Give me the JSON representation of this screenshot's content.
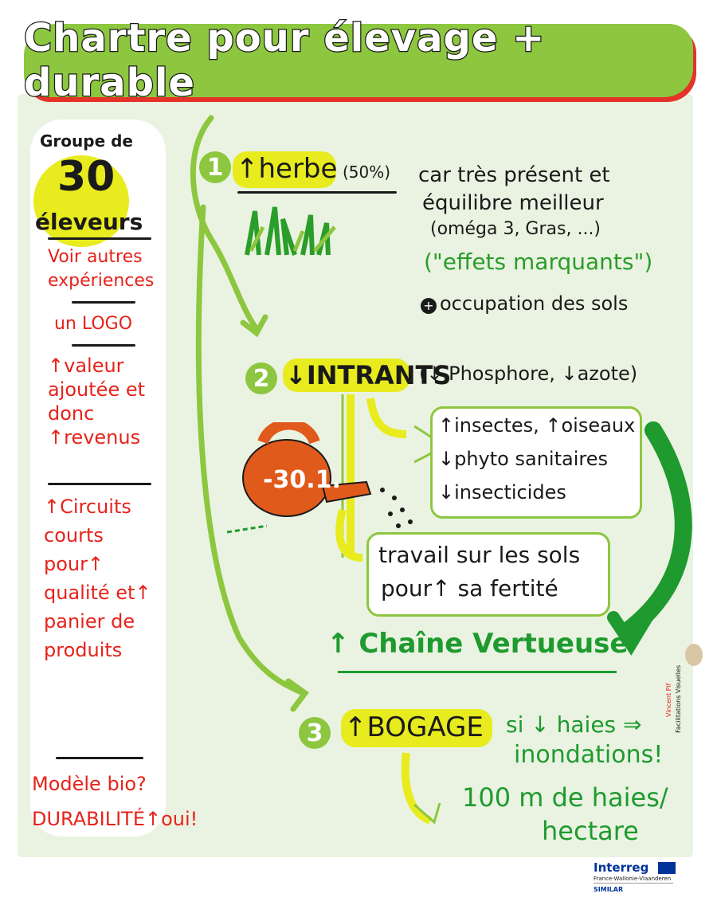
{
  "title": {
    "text": "Chartre pour élevage + durable"
  },
  "left": {
    "group_line1": "Groupe de",
    "group_number": "30",
    "group_line3": "éleveurs",
    "items": [
      "Voir autres expériences",
      "un LOGO",
      "↑valeur ajoutée et donc ↑revenus",
      "↑Circuits courts pour↑ qualité et↑ panier de produits",
      "Modèle bio? DURABILITÉ↑oui!"
    ]
  },
  "section1": {
    "number": "1",
    "label": "↑herbe",
    "percent": "(50%)",
    "desc_line1": "car très présent et",
    "desc_line2": "équilibre meilleur",
    "desc_line3": "(oméga 3, Gras, ...)",
    "effects": "(\"effets marquants\")",
    "occupation": "occupation des sols"
  },
  "section2": {
    "number": "2",
    "label": "↓INTRANTS",
    "detail": "(↓ Phosphore, ↓azote)",
    "can_label": "-30.1.",
    "box1_line1": "↑insectes, ↑oiseaux",
    "box1_line2": "↓phyto sanitaires",
    "box1_line3": "↓insecticides",
    "box2_line1": "travail sur les sols",
    "box2_line2": "pour↑ sa fertité",
    "chain": "↑ Chaîne Vertueuse"
  },
  "section3": {
    "number": "3",
    "label": "↑BOGAGE",
    "note_line1": "si ↓ haies ⇒",
    "note_line2": "inondations!",
    "stat_line1": "100 m de haies/",
    "stat_line2": "hectare"
  },
  "credit": {
    "line1": "Vincent Pif",
    "line2": "Facilitations Visuelles"
  },
  "footer": {
    "brand": "Interreg",
    "region": "France-Wallonie-Vlaanderen",
    "project": "SIMILAR"
  },
  "colors": {
    "green": "#8dc63f",
    "dark_green": "#1e9a2f",
    "red": "#e6231b",
    "yellow": "#e8eb1d",
    "orange": "#e05a1c"
  }
}
